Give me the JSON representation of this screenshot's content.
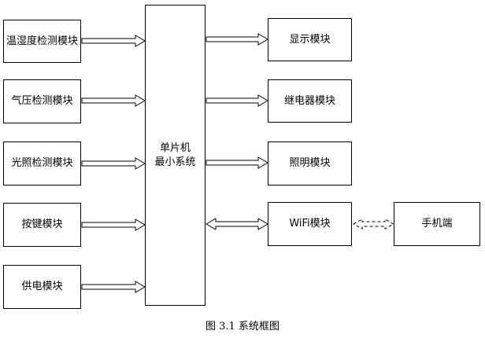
{
  "diagram": {
    "inputs": [
      "温湿度检测模块",
      "气压检测模块",
      "光照检测模块",
      "按键模块",
      "供电模块"
    ],
    "mcu": {
      "line1": "单片机",
      "line2": "最小系统"
    },
    "outputs": [
      "显示模块",
      "继电器模块",
      "照明模块",
      "WiFi模块"
    ],
    "phone": "手机端",
    "caption": "图 3.1  系统框图"
  }
}
